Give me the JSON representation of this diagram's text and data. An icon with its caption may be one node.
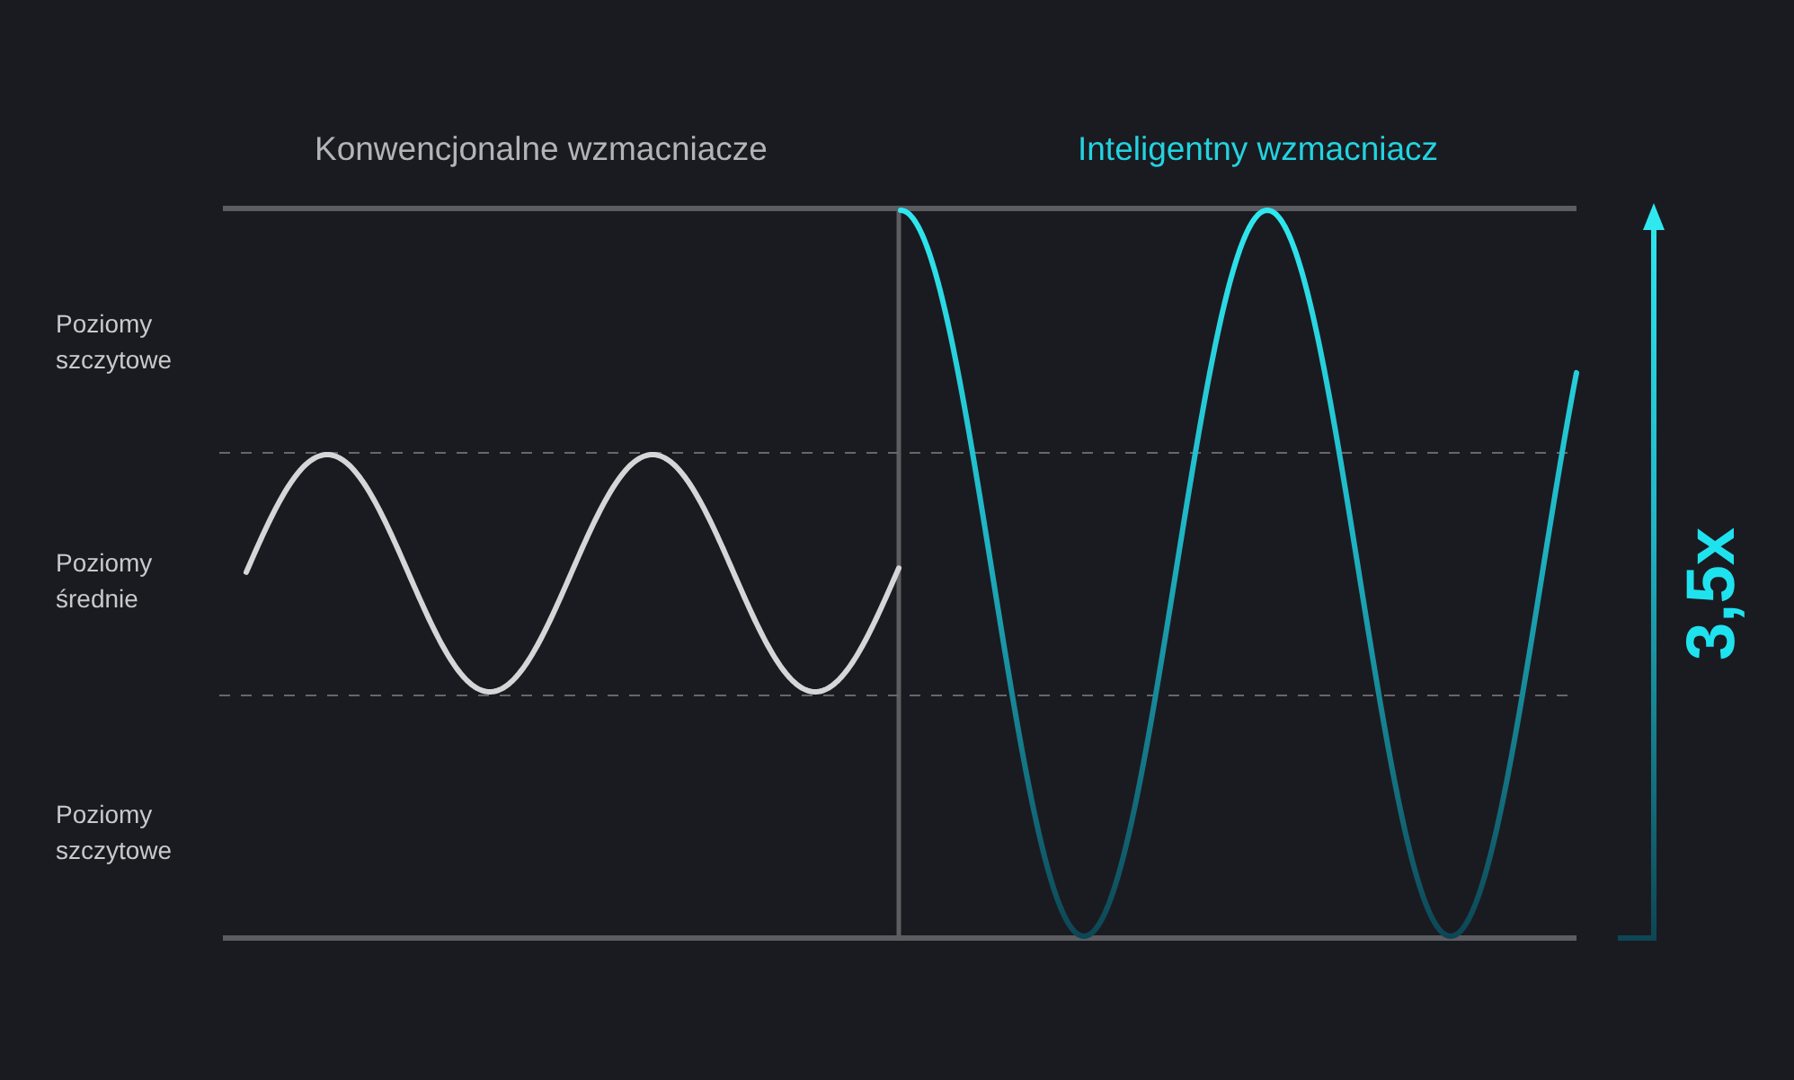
{
  "diagram": {
    "labels": [
      "Konwencjonalne wzmacniacze",
      "Inteligentny wzmacniacz",
      "Poziomy szczytowe",
      "Poziomy średnie",
      "Poziomy szczytowe",
      "3,5x"
    ]
  }
}
